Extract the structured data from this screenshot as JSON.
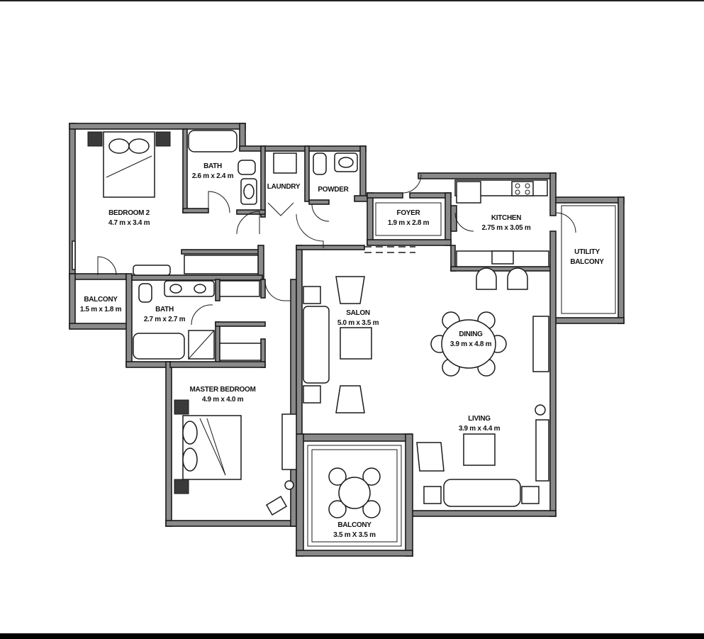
{
  "rooms": [
    {
      "id": "bedroom-2",
      "name": "BEDROOM 2",
      "size": "4.7 m x 3.4 m"
    },
    {
      "id": "bath-1",
      "name": "BATH",
      "size": "2.6 m x 2.4 m"
    },
    {
      "id": "laundry",
      "name": "LAUNDRY",
      "size": ""
    },
    {
      "id": "powder",
      "name": "POWDER",
      "size": ""
    },
    {
      "id": "foyer",
      "name": "FOYER",
      "size": "1.9 m x 2.8 m"
    },
    {
      "id": "kitchen",
      "name": "KITCHEN",
      "size": "2.75 m x 3.05 m"
    },
    {
      "id": "utility-balcony",
      "name": "UTILITY",
      "size": "BALCONY"
    },
    {
      "id": "balcony-small",
      "name": "BALCONY",
      "size": "1.5 m x 1.8 m"
    },
    {
      "id": "bath-2",
      "name": "BATH",
      "size": "2.7 m x 2.7 m"
    },
    {
      "id": "salon",
      "name": "SALON",
      "size": "5.0 m x 3.5 m"
    },
    {
      "id": "dining",
      "name": "DINING",
      "size": "3.9 m x 4.8 m"
    },
    {
      "id": "master-bedroom",
      "name": "MASTER BEDROOM",
      "size": "4.9 m x 4.0 m"
    },
    {
      "id": "living",
      "name": "LIVING",
      "size": "3.9 m x 4.4 m"
    },
    {
      "id": "balcony-large",
      "name": "BALCONY",
      "size": "3.5 m X 3.5 m"
    }
  ]
}
